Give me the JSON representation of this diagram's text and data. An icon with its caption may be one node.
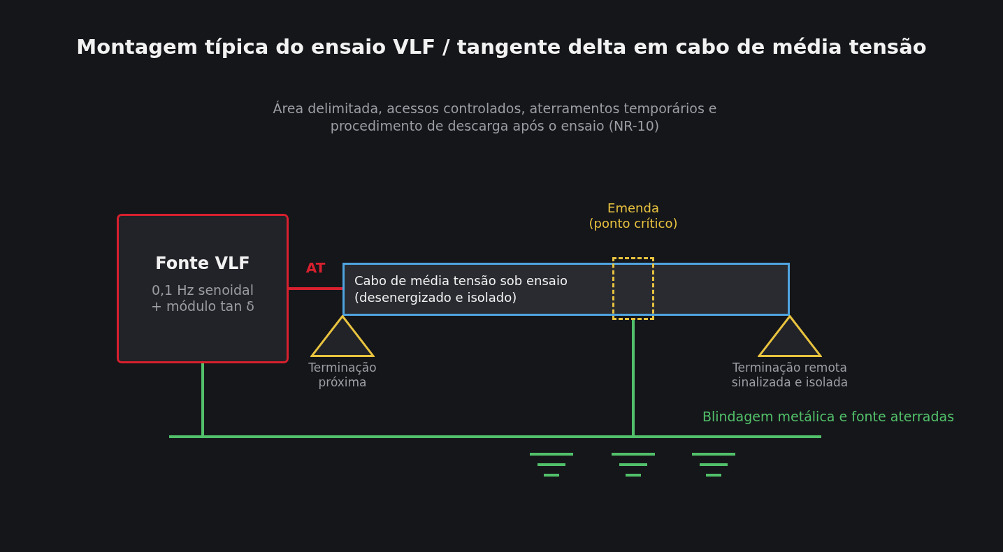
{
  "diagram": {
    "title": "Montagem típica do ensaio VLF / tangente delta em cabo de média tensão",
    "nodes": [
      {
        "text": [
          "Fonte VLF",
          "0,1 Hz senoidal + módulo tan δ"
        ]
      },
      {
        "text": [
          "Cabo de média tensão sob ensaio (desenergizado e isolado)"
        ]
      },
      {
        "text": [],
        "shape": "box",
        "beside": [
          "Emenda (ponto crítico)"
        ]
      },
      {
        "text": [],
        "shape": "triangle",
        "beside": [
          "Terminação próxima"
        ]
      },
      {
        "text": [],
        "shape": "triangle",
        "beside": [
          "Terminação remota sinalizada e isolada"
        ]
      },
      {
        "text": [],
        "shape": "bar",
        "beside": [
          "Blindagem metálica e fonte aterradas"
        ]
      }
    ],
    "edges": [
      {
        "from": 0,
        "to": 1,
        "arrow": "none",
        "label": "AT",
        "color": "#d8202e"
      },
      {
        "from": 0,
        "to": 5,
        "arrow": "none"
      },
      {
        "from": 2,
        "to": 5,
        "arrow": "none"
      }
    ],
    "labels": [
      "Área delimitada, acessos controlados, aterramentos temporários e procedimento de descarga após o ensaio (NR-10)"
    ]
  }
}
